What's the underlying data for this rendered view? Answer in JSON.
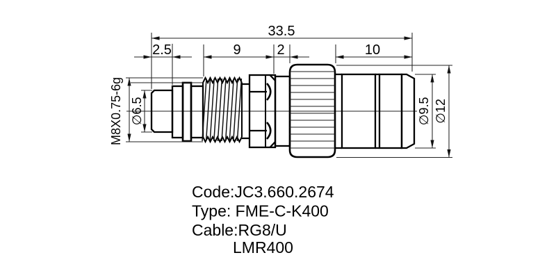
{
  "dimensions": {
    "overall_length": "33.5",
    "tip_length": "2.5",
    "thread_section_length": "9",
    "hex_to_body_gap": "2",
    "rear_body_length": "10",
    "thread_spec": "M8X0.75-6g",
    "tip_diameter": "∅6.5",
    "rear_body_diameter": "∅9.5",
    "coupling_nut_diameter": "∅12"
  },
  "caption": {
    "code_line": "Code:JC3.660.2674",
    "type_line": "Type: FME-C-K400",
    "cable_line": "Cable:RG8/U",
    "cable_line2": "LMR400"
  },
  "colors": {
    "line": "#000000",
    "thin_line": "#222222",
    "background": "#ffffff"
  }
}
